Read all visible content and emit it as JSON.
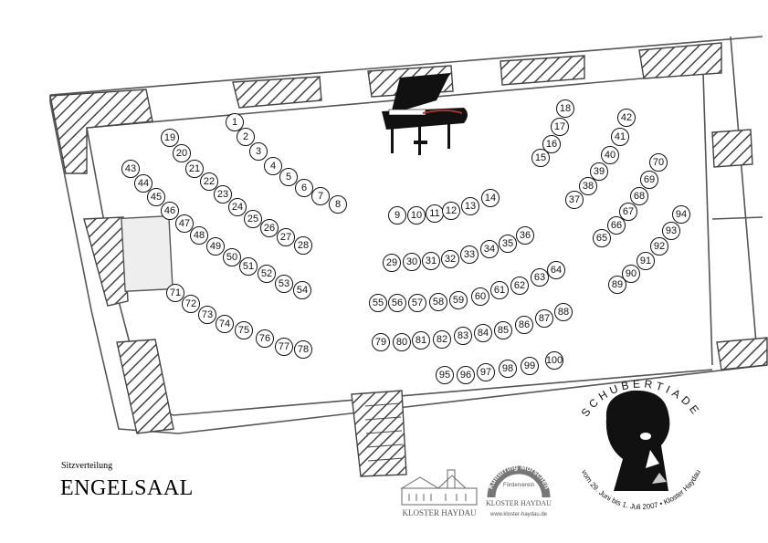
{
  "labels": {
    "subtitle": "Sitzverteilung",
    "hall_name": "ENGELSAAL"
  },
  "event_seal": {
    "title": "SCHUBERTIADE",
    "dates": "vom 29. Juni bis 1. Juli 2007 • Kloster Haydau"
  },
  "logos": {
    "kloster": "KLOSTER HAYDAU",
    "kulturring_top": "Kulturring Morschen",
    "kulturring_sub": "Förderverein",
    "kulturring_bottom": "KLOSTER HAYDAU",
    "website": "www.kloster-haydau.de"
  },
  "seats": [
    {
      "n": "1"
    },
    {
      "n": "2"
    },
    {
      "n": "3"
    },
    {
      "n": "4"
    },
    {
      "n": "5"
    },
    {
      "n": "6"
    },
    {
      "n": "7"
    },
    {
      "n": "8"
    },
    {
      "n": "9"
    },
    {
      "n": "10"
    },
    {
      "n": "11"
    },
    {
      "n": "12"
    },
    {
      "n": "13"
    },
    {
      "n": "14"
    },
    {
      "n": "15"
    },
    {
      "n": "16"
    },
    {
      "n": "17"
    },
    {
      "n": "18"
    },
    {
      "n": "19"
    },
    {
      "n": "20"
    },
    {
      "n": "21"
    },
    {
      "n": "22"
    },
    {
      "n": "23"
    },
    {
      "n": "24"
    },
    {
      "n": "25"
    },
    {
      "n": "26"
    },
    {
      "n": "27"
    },
    {
      "n": "28"
    },
    {
      "n": "29"
    },
    {
      "n": "30"
    },
    {
      "n": "31"
    },
    {
      "n": "32"
    },
    {
      "n": "33"
    },
    {
      "n": "34"
    },
    {
      "n": "35"
    },
    {
      "n": "36"
    },
    {
      "n": "37"
    },
    {
      "n": "38"
    },
    {
      "n": "39"
    },
    {
      "n": "40"
    },
    {
      "n": "41"
    },
    {
      "n": "42"
    },
    {
      "n": "43"
    },
    {
      "n": "44"
    },
    {
      "n": "45"
    },
    {
      "n": "46"
    },
    {
      "n": "47"
    },
    {
      "n": "48"
    },
    {
      "n": "49"
    },
    {
      "n": "50"
    },
    {
      "n": "51"
    },
    {
      "n": "52"
    },
    {
      "n": "53"
    },
    {
      "n": "54"
    },
    {
      "n": "55"
    },
    {
      "n": "56"
    },
    {
      "n": "57"
    },
    {
      "n": "58"
    },
    {
      "n": "59"
    },
    {
      "n": "60"
    },
    {
      "n": "61"
    },
    {
      "n": "62"
    },
    {
      "n": "63"
    },
    {
      "n": "64"
    },
    {
      "n": "65"
    },
    {
      "n": "66"
    },
    {
      "n": "67"
    },
    {
      "n": "68"
    },
    {
      "n": "69"
    },
    {
      "n": "70"
    },
    {
      "n": "71"
    },
    {
      "n": "72"
    },
    {
      "n": "73"
    },
    {
      "n": "74"
    },
    {
      "n": "75"
    },
    {
      "n": "76"
    },
    {
      "n": "77"
    },
    {
      "n": "78"
    },
    {
      "n": "79"
    },
    {
      "n": "80"
    },
    {
      "n": "81"
    },
    {
      "n": "82"
    },
    {
      "n": "83"
    },
    {
      "n": "84"
    },
    {
      "n": "85"
    },
    {
      "n": "86"
    },
    {
      "n": "87"
    },
    {
      "n": "88"
    },
    {
      "n": "89"
    },
    {
      "n": "90"
    },
    {
      "n": "91"
    },
    {
      "n": "92"
    },
    {
      "n": "93"
    },
    {
      "n": "94"
    },
    {
      "n": "95"
    },
    {
      "n": "96"
    },
    {
      "n": "97"
    },
    {
      "n": "98"
    },
    {
      "n": "99"
    },
    {
      "n": "100"
    }
  ]
}
